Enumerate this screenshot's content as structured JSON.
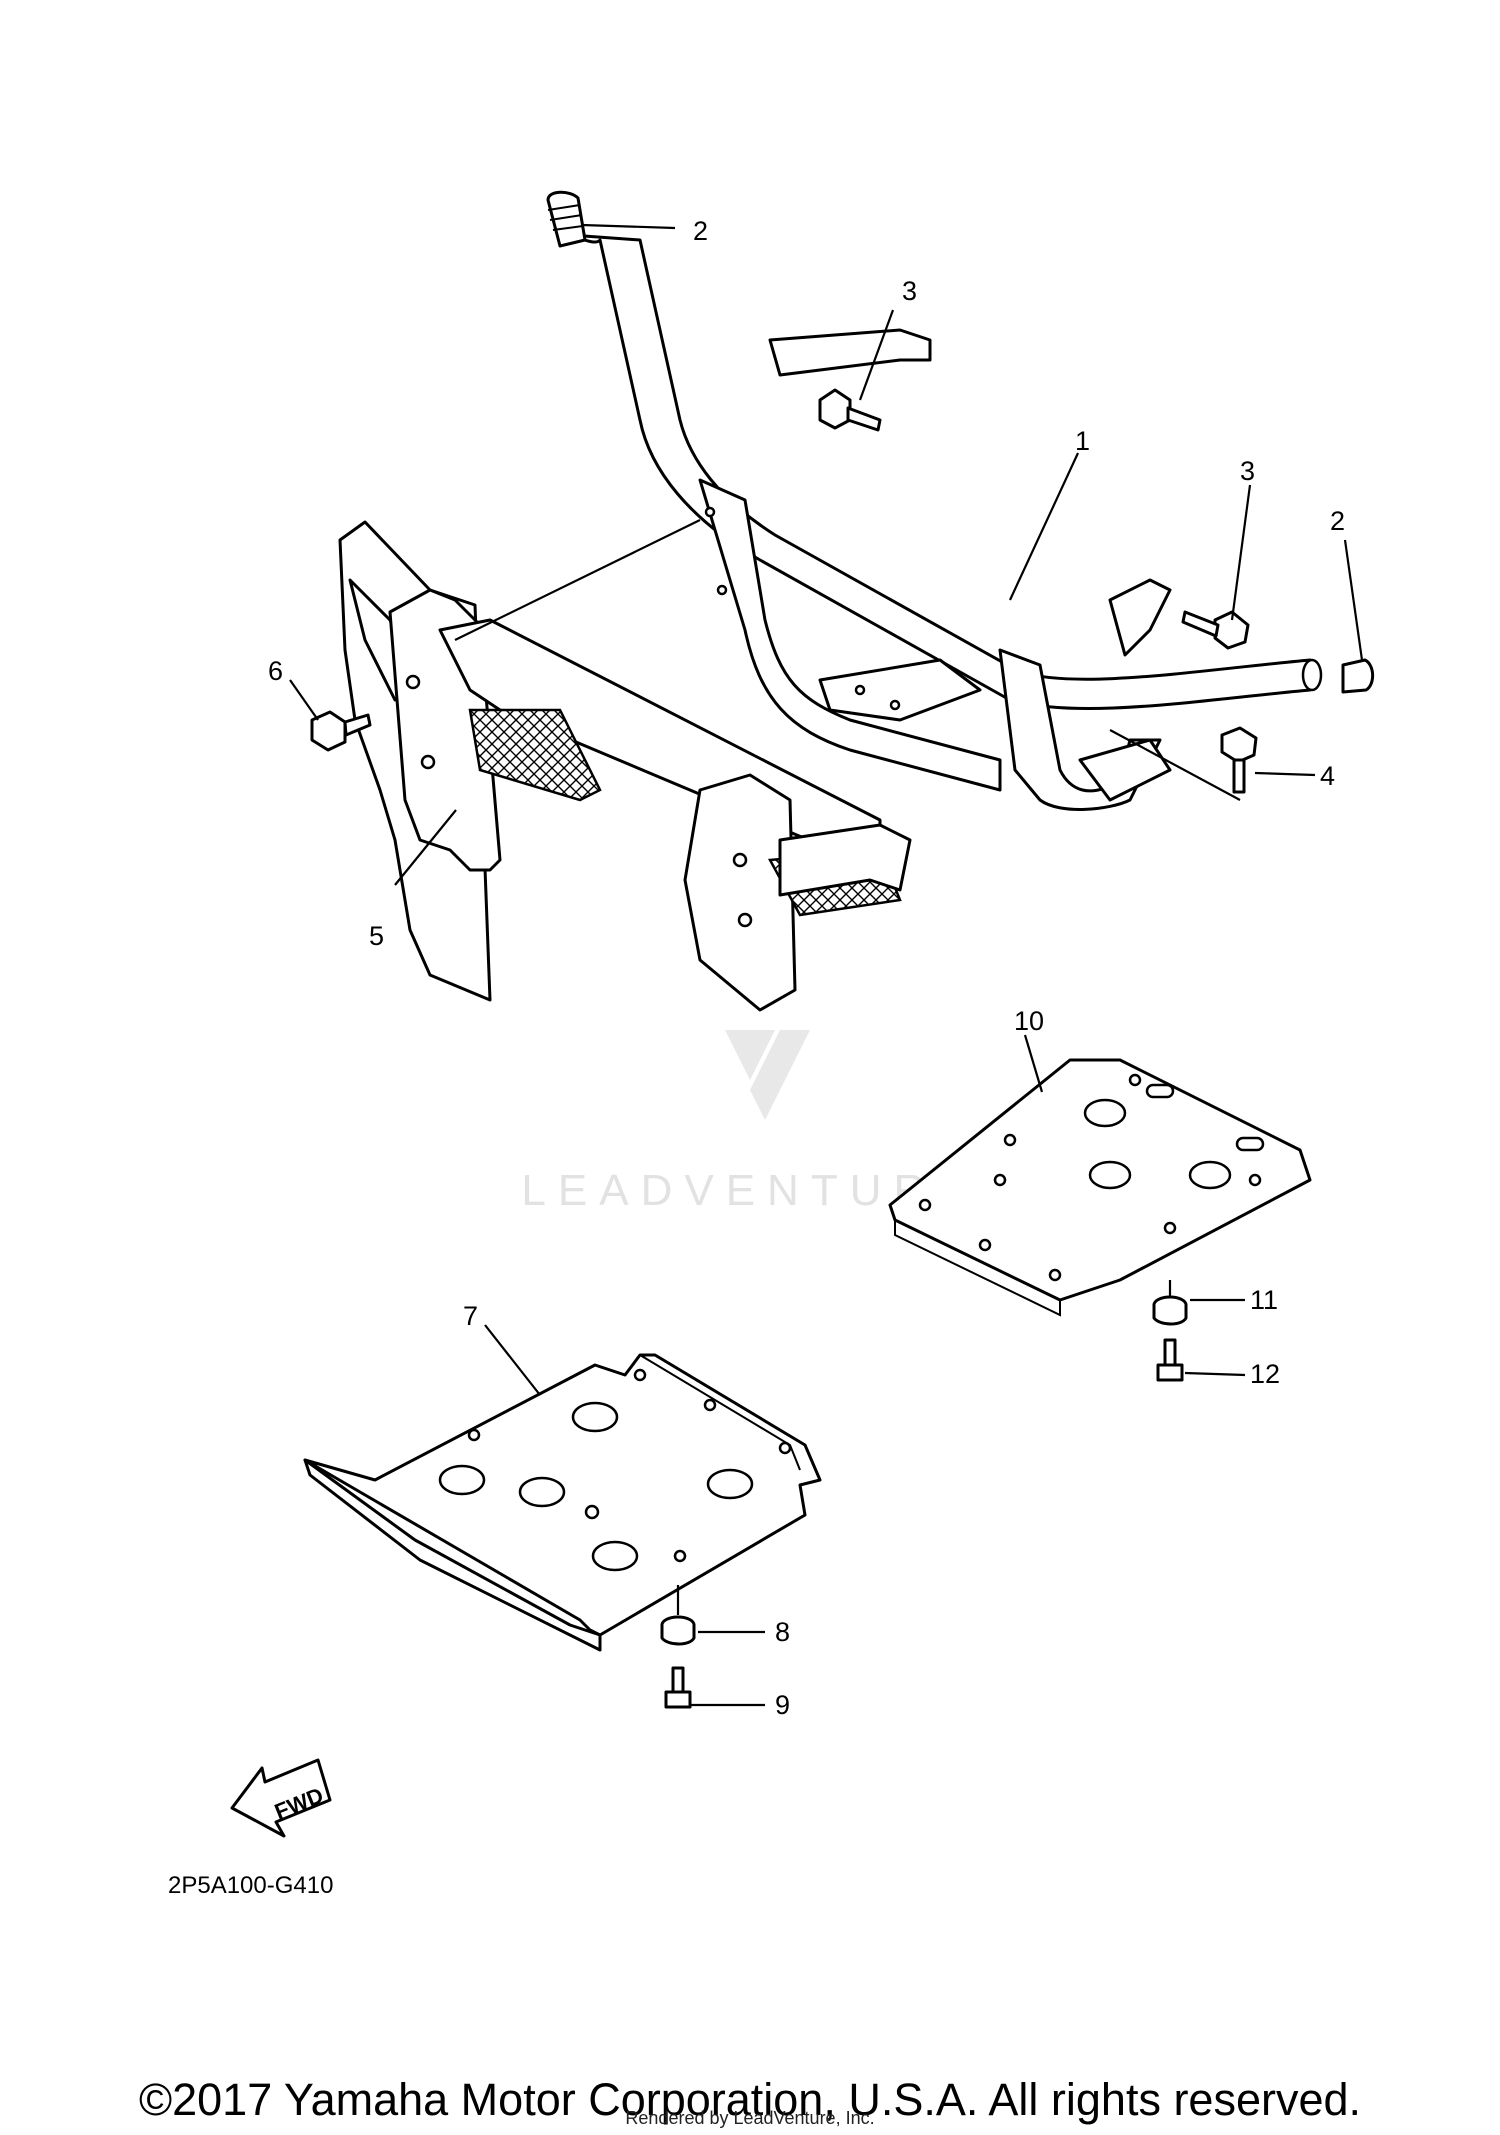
{
  "diagram": {
    "callouts": {
      "p1": "1",
      "p2a": "2",
      "p2b": "2",
      "p3a": "3",
      "p3b": "3",
      "p4": "4",
      "p5": "5",
      "p6": "6",
      "p7": "7",
      "p8": "8",
      "p9": "9",
      "p10": "10",
      "p11": "11",
      "p12": "12"
    },
    "fwd_label": "FWD",
    "diagram_code": "2P5A100-G410",
    "watermark": "LEADVENTURE"
  },
  "footer": {
    "copyright": "©2017 Yamaha Motor Corporation, U.S.A. All rights reserved.",
    "rendered_by": "Rendered by LeadVenture, Inc."
  }
}
